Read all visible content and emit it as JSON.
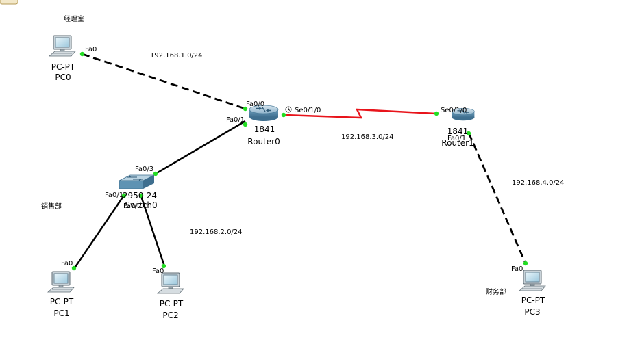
{
  "rooms": {
    "manager": "经理室",
    "sales": "销售部",
    "finance": "财务部"
  },
  "networks": {
    "net1": "192.168.1.0/24",
    "net2": "192.168.2.0/24",
    "net3": "192.168.3.0/24",
    "net4": "192.168.4.0/24"
  },
  "devices": {
    "pc0": {
      "model": "PC-PT",
      "name": "PC0",
      "port": "Fa0"
    },
    "pc1": {
      "model": "PC-PT",
      "name": "PC1",
      "port": "Fa0"
    },
    "pc2": {
      "model": "PC-PT",
      "name": "PC2",
      "port": "Fa0"
    },
    "pc3": {
      "model": "PC-PT",
      "name": "PC3",
      "port": "Fa0"
    },
    "router0": {
      "model": "1841",
      "name": "Router0",
      "ports": [
        "Fa0/0",
        "Fa0/1",
        "Se0/1/0"
      ]
    },
    "router1": {
      "model": "1841",
      "name": "Router1",
      "ports": [
        "Se0/1/0",
        "Fa0/1"
      ]
    },
    "switch0": {
      "model": "2950-24",
      "name": "Switch0",
      "ports": [
        "Fa0/3",
        "Fa0/1",
        "Fa0/2"
      ]
    }
  },
  "colors": {
    "ethernet": "#000000",
    "serial": "#e8141b",
    "link_light": "#22dd22",
    "router_body": "#5f93b3",
    "switch_body": "#6fa3bf"
  },
  "icons": [
    "pc-icon",
    "router-icon",
    "switch-icon",
    "clock-icon"
  ]
}
